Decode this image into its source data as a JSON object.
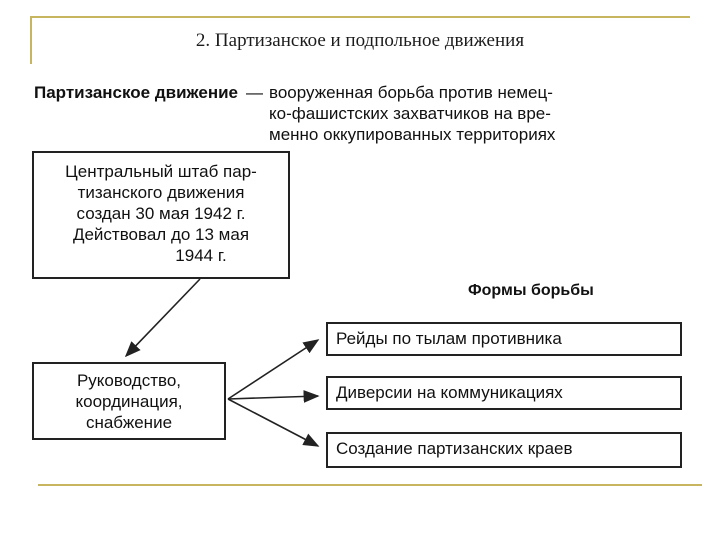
{
  "slide": {
    "title": "2. Партизанское и подпольное движения"
  },
  "definition": {
    "term": "Партизанское движение",
    "dash": "—",
    "text_lines": [
      "вооруженная борьба против немец-",
      "ко-фашистских захватчиков на вре-",
      "менно оккупированных территориях"
    ]
  },
  "headquarters": {
    "lines": [
      "Центральный штаб пар-",
      "тизанского движения",
      "создан 30 мая 1942 г.",
      "Действовал до 13 мая",
      "1944 г."
    ]
  },
  "leadership": {
    "lines": [
      "Руководство,",
      "координация,",
      "снабжение"
    ]
  },
  "forms": {
    "title": "Формы борьбы",
    "items": [
      "Рейды по тылам противника",
      "Диверсии на коммуникациях",
      "Создание партизанских краев"
    ]
  }
}
